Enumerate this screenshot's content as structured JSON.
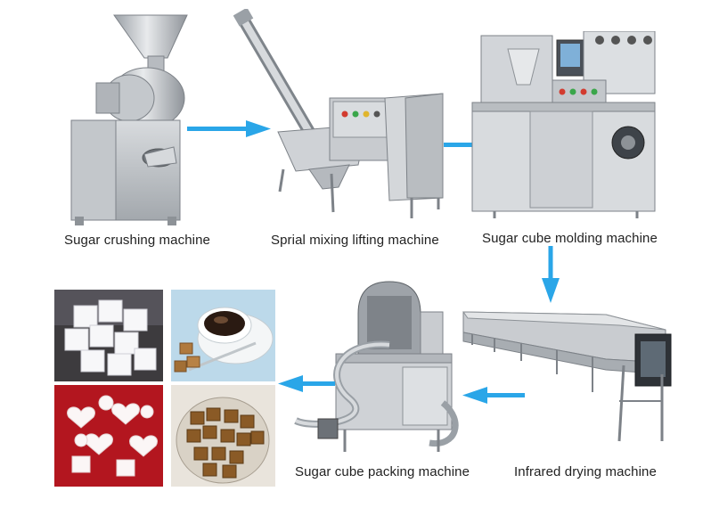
{
  "labels": {
    "crushing": "Sugar crushing machine",
    "mixing": "Sprial mixing lifting machine",
    "molding": "Sugar cube molding machine",
    "packing": "Sugar cube packing machine",
    "drying": "Infrared drying machine"
  },
  "colors": {
    "arrow": "#2aa6e8",
    "steel": "#c9ccd0",
    "steel_dark": "#8d9297",
    "text": "#222222"
  },
  "icons": {
    "flow_arrow": "arrow-icon",
    "product_photos": [
      "white-sugar-cubes",
      "coffee-with-brown-sugar",
      "heart-shaped-sugar",
      "brown-sugar-jar"
    ]
  }
}
